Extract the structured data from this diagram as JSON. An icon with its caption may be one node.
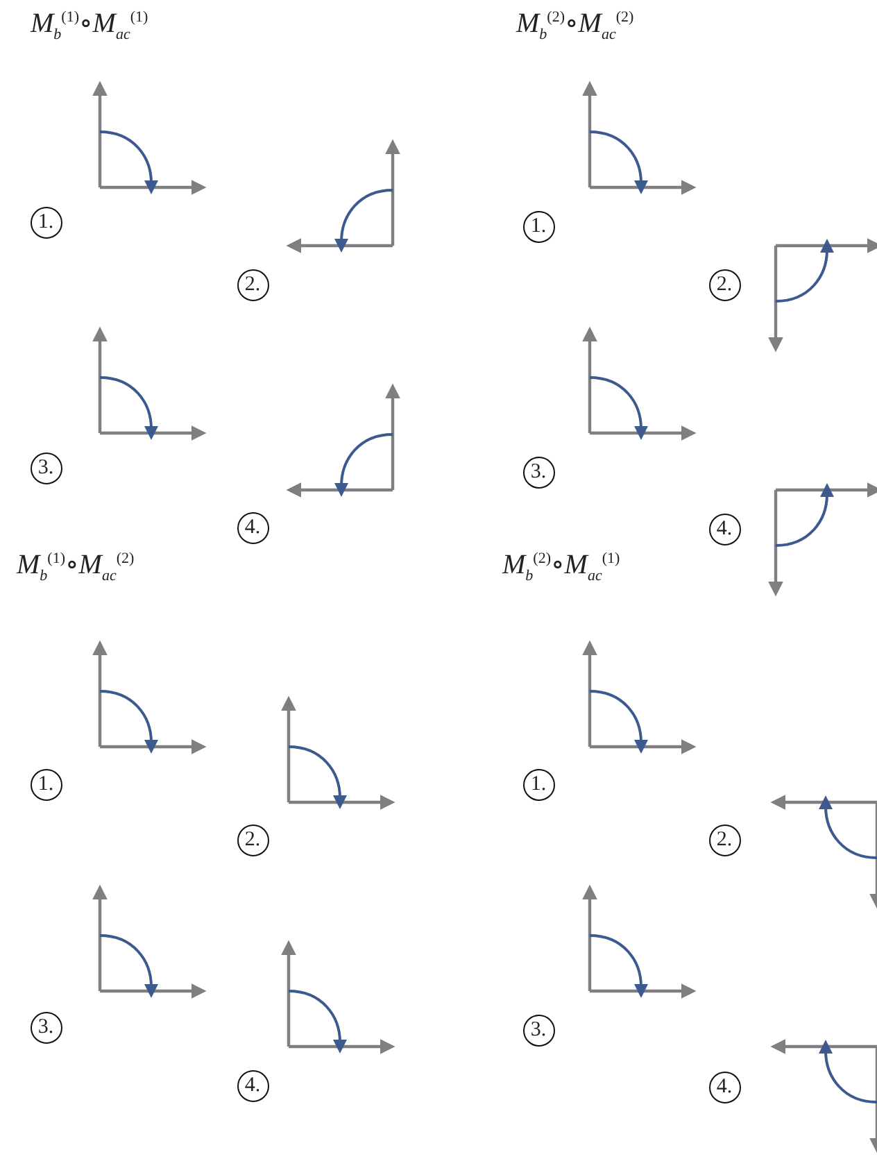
{
  "diagram": {
    "nodes": [
      {
        "text": [
          "1."
        ]
      },
      {
        "text": [
          "2."
        ]
      },
      {
        "text": [
          "3."
        ]
      },
      {
        "text": [
          "4."
        ]
      },
      {
        "text": [
          "1."
        ]
      },
      {
        "text": [
          "2."
        ]
      },
      {
        "text": [
          "3."
        ]
      },
      {
        "text": [
          "4."
        ]
      },
      {
        "text": [
          "1."
        ]
      },
      {
        "text": [
          "2."
        ]
      },
      {
        "text": [
          "3."
        ]
      },
      {
        "text": [
          "4."
        ]
      },
      {
        "text": [
          "1."
        ]
      },
      {
        "text": [
          "2."
        ]
      },
      {
        "text": [
          "3."
        ]
      },
      {
        "text": [
          "4."
        ]
      }
    ],
    "labels": [
      "M$_{b}$$^{(1)}$∘M$_{ac}$$^{(1)}$",
      "M$_{b}$$^{(2)}$∘M$_{ac}$$^{(2)}$",
      "M$_{b}$$^{(1)}$∘M$_{ac}$$^{(2)}$",
      "M$_{b}$$^{(2)}$∘M$_{ac}$$^{(1)}$"
    ]
  }
}
